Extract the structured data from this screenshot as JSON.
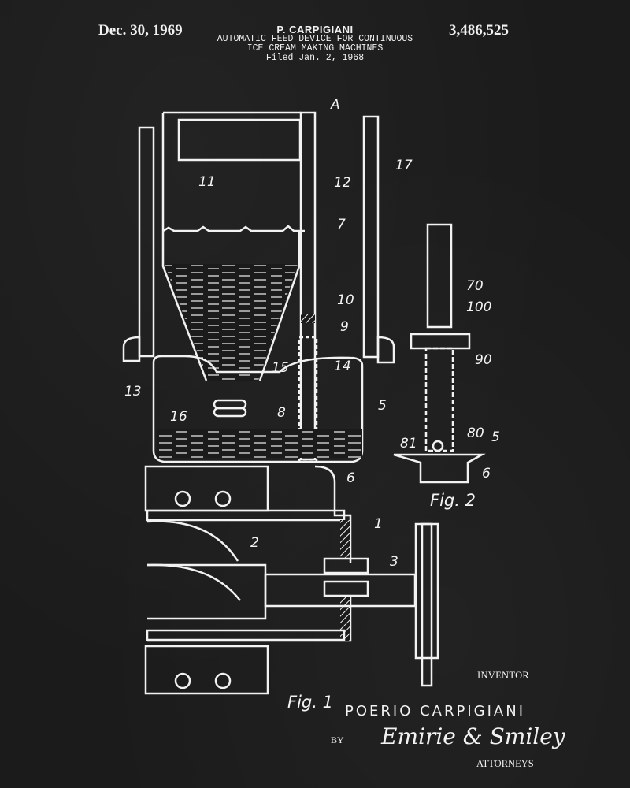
{
  "header": {
    "date": "Dec. 30, 1969",
    "patent_number": "3,486,525",
    "inventor_short": "P. CARPIGIANI",
    "title_line1": "AUTOMATIC FEED DEVICE FOR CONTINUOUS",
    "title_line2": "ICE CREAM MAKING MACHINES",
    "filed": "Filed Jan. 2, 1968"
  },
  "figures": {
    "fig1": {
      "caption": "Fig. 1",
      "labels": [
        "A",
        "11",
        "12",
        "17",
        "7",
        "10",
        "9",
        "13",
        "15",
        "14",
        "5",
        "16",
        "8",
        "6",
        "1",
        "2",
        "3"
      ]
    },
    "fig2": {
      "caption": "Fig. 2",
      "labels": [
        "70",
        "100",
        "90",
        "81",
        "80",
        "5",
        "6"
      ]
    }
  },
  "footer": {
    "inventor_caption": "INVENTOR",
    "inventor_name": "POERIO CARPIGIANI",
    "by": "BY",
    "signature": "Emirie & Smiley",
    "attorneys": "ATTORNEYS"
  },
  "colors": {
    "background": "#1b1b1b",
    "ink": "#f2f2f2"
  }
}
